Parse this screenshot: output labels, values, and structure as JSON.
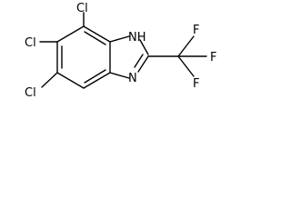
{
  "molecule": {
    "atoms": {
      "cl_top": "Cl",
      "cl_left": "Cl",
      "cl_bottom": "Cl",
      "nh": "NH",
      "n": "N",
      "f_top": "F",
      "f_right": "F",
      "f_bottom": "F"
    }
  }
}
